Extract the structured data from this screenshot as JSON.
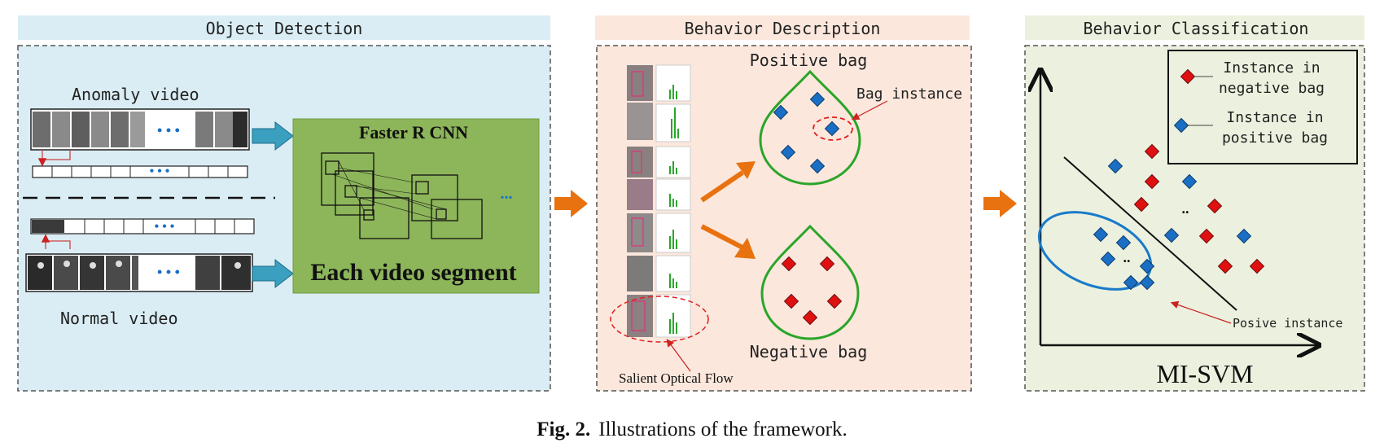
{
  "panels": {
    "detection": {
      "title": "Object Detection",
      "anomaly_label": "Anomaly video",
      "normal_label": "Normal video",
      "cnn_title": "Faster R CNN",
      "segment_label": "Each video segment",
      "ellipsis": "• • •",
      "more": "..."
    },
    "description": {
      "title": "Behavior Description",
      "positive_bag": "Positive bag",
      "negative_bag": "Negative bag",
      "bag_instance": "Bag instance",
      "salient_flow": "Salient Optical Flow"
    },
    "classification": {
      "title": "Behavior Classification",
      "legend_negative": [
        "Instance in",
        "negative bag"
      ],
      "legend_positive": [
        "Instance in",
        "positive bag"
      ],
      "posive_instance": "Posive instance",
      "method": "MI-SVM"
    }
  },
  "caption": {
    "label": "Fig. 2.",
    "text": "Illustrations of the framework."
  },
  "colors": {
    "detection_bg": "#daedf4",
    "detection_header": "#daedf4",
    "description_bg": "#fbe7dc",
    "classification_bg": "#ebf1de",
    "cnn_green": "#8db55a",
    "arrow_blue": "#3b9fbf",
    "arrow_orange": "#e8720f",
    "positive_blue": "#1a6fc4",
    "negative_red": "#e01010",
    "bag_green": "#2aa52a",
    "ellipse_blue": "#1a7ac9"
  }
}
